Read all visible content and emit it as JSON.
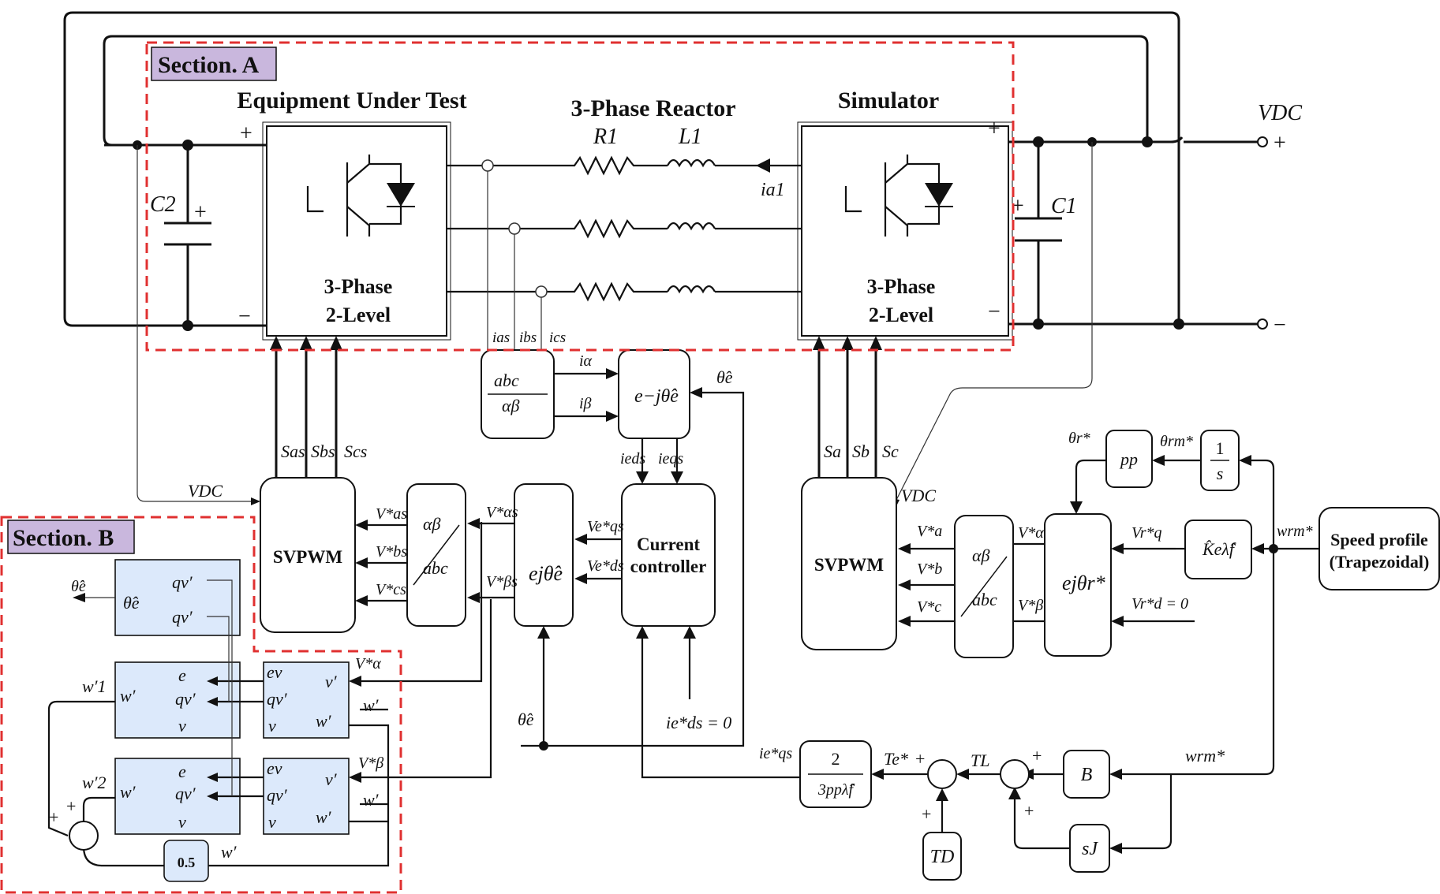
{
  "sections": {
    "a": "Section. A",
    "b": "Section. B"
  },
  "titles": {
    "eut": "Equipment Under Test",
    "reactor": "3-Phase Reactor",
    "simulator": "Simulator"
  },
  "inverter": {
    "line1": "3-Phase",
    "line2": "2-Level"
  },
  "components": {
    "r1": "R1",
    "l1": "L1",
    "c1": "C1",
    "c2": "C2",
    "ia1": "ia1",
    "vdc_terminal": "VDC"
  },
  "blocks": {
    "svpwm": "SVPWM",
    "abc_ab_num": "abc",
    "abc_ab_den": "αβ",
    "ab_abc_num": "αβ",
    "ab_abc_den": "abc",
    "rot_inv": "e−jθ̂e",
    "rot_fwd": "ejθ̂e",
    "rot_r": "ejθr*",
    "current_ctrl_1": "Current",
    "current_ctrl_2": "controller",
    "pp": "pp",
    "integrator_num": "1",
    "integrator_den": "s",
    "ke": "K̂eλ̂f",
    "speed_1": "Speed profile",
    "speed_2": "(Trapezoidal)",
    "gain_b": "B",
    "gain_sj": "sJ",
    "gain_td": "TD",
    "torque_num": "2",
    "torque_den": "3ppλ̂f",
    "half": "0.5",
    "theta_block": "θ̂e"
  },
  "signals": {
    "ias": "ias",
    "ibs": "ibs",
    "ics": "ics",
    "ialpha": "iα",
    "ibeta": "iβ",
    "ids": "ieds",
    "iqs": "ieqs",
    "theta_e": "θ̂e",
    "sas": "Sas",
    "sbs": "Sbs",
    "scs": "Scs",
    "sa": "Sa",
    "sb": "Sb",
    "sc": "Sc",
    "vdc": "VDC",
    "vas": "V*as",
    "vbs": "V*bs",
    "vcs": "V*cs",
    "valpha_s": "V*αs",
    "vbeta_s": "V*βs",
    "vqs": "Ve*qs",
    "vds": "Ve*ds",
    "ids_ref": "ie*ds = 0",
    "iqs_ref": "ie*qs",
    "va": "V*a",
    "vb": "V*b",
    "vc": "V*c",
    "valpha": "V*α",
    "vbeta": "V*β",
    "vq": "Vr*q",
    "vd_ref": "Vr*d = 0",
    "theta_r": "θr*",
    "theta_rm": "θrm*",
    "wrm": "wrm*",
    "te": "Te*",
    "tl": "TL",
    "valpha_b": "V*α",
    "vbeta_b": "V*β",
    "wp": "w′",
    "w1": "w′1",
    "w2": "w′2"
  },
  "sogi": {
    "e": "e",
    "qv": "qv′",
    "v": "v",
    "w": "w′",
    "ev": "ev",
    "vp": "v′"
  },
  "signs": {
    "plus": "+",
    "minus": "−"
  }
}
